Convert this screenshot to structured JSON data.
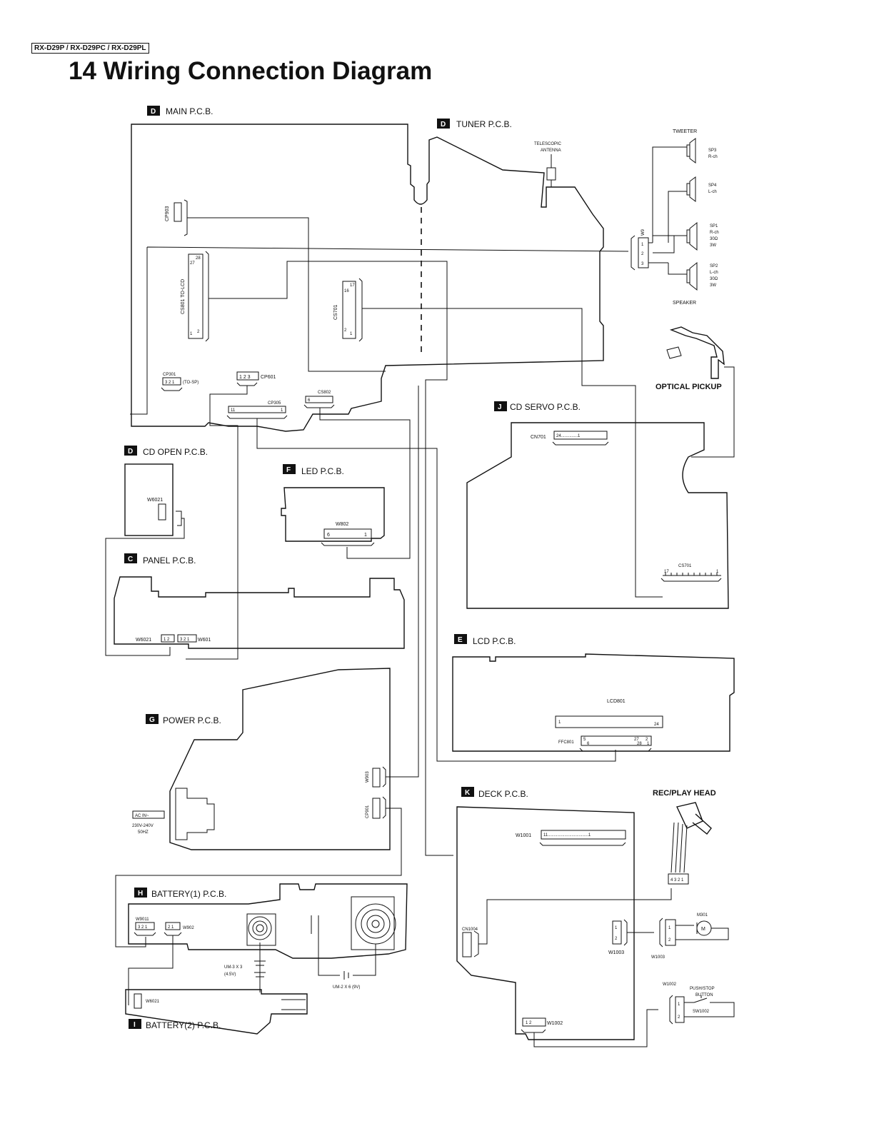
{
  "header": {
    "model": "RX-D29P / RX-D29PC / RX-D29PL",
    "title": "14 Wiring Connection Diagram"
  },
  "boards": {
    "main": {
      "letter": "D",
      "name": "MAIN P.C.B."
    },
    "tuner": {
      "letter": "D",
      "name": "TUNER P.C.B."
    },
    "cd_open": {
      "letter": "D",
      "name": "CD OPEN P.C.B."
    },
    "led": {
      "letter": "F",
      "name": "LED P.C.B."
    },
    "panel": {
      "letter": "C",
      "name": "PANEL P.C.B."
    },
    "cd_servo": {
      "letter": "J",
      "name": "CD SERVO P.C.B."
    },
    "lcd": {
      "letter": "E",
      "name": "LCD P.C.B."
    },
    "power": {
      "letter": "G",
      "name": "POWER P.C.B."
    },
    "deck": {
      "letter": "K",
      "name": "DECK P.C.B."
    },
    "battery1": {
      "letter": "H",
      "name": "BATTERY(1) P.C.B."
    },
    "battery2": {
      "letter": "I",
      "name": "BATTERY(2) P.C.B."
    }
  },
  "connectors": {
    "cp903": "CP903",
    "cs801": "CS801 TO-LCD",
    "cs801_pins": [
      "28",
      "27",
      "1",
      "2"
    ],
    "cs701_main": "CS701",
    "cs701_main_pins": [
      "17",
      "16",
      "2",
      "1"
    ],
    "cp301": "CP301",
    "cp301_pins": "3 2 1",
    "cp301_note": "(TO-SP)",
    "cp601": "CP601",
    "cp601_pins": "1 2 3",
    "cp305": "CP305",
    "cp305_pins": [
      "11",
      "1"
    ],
    "cs802": "CS802",
    "cs802_pins": "6",
    "w9": "W9",
    "w9_pins": [
      "1",
      "2",
      "3"
    ],
    "w6021_cdopen": "W6021",
    "w802": "W802",
    "w802_pins": [
      "6",
      "1"
    ],
    "w6021_panel": "W6021",
    "w6021_panel_pins": "1 2",
    "w601": "W601",
    "w601_pins": "3 2 1",
    "cn701": "CN701",
    "cn701_pins": "24..............1",
    "cs701_servo": "CS701",
    "cs701_servo_pins": [
      "17",
      "1"
    ],
    "lcd801": "LCD801",
    "lcd801_pins": [
      "1",
      "24"
    ],
    "ffc801": "FFC801",
    "ffc801_pins": [
      "5",
      "6",
      "27",
      "2",
      "28",
      "1"
    ],
    "w903": "W903",
    "cp901": "CP901",
    "w1001": "W1001",
    "w1001_pins": "11..................................1",
    "cn1004": "CN1004",
    "w1003_deck": "W1003",
    "w1003_motor": "W1003",
    "w1002_deck": "W1002",
    "w1002_deck_pins": "1  2",
    "w1002_switch": "W1002",
    "pins_12": [
      "1",
      "2"
    ],
    "w9011": "W9011",
    "w9011_pins": "3 2 1",
    "w902": "W902",
    "w902_pins": "2 1",
    "w6021_batt": "W6021",
    "head_pins": "4 3 2 1"
  },
  "components": {
    "tweeter": "TWEETER",
    "sp3": [
      "SP3",
      "R-ch"
    ],
    "sp4": [
      "SP4",
      "L-ch"
    ],
    "sp1": [
      "SP1",
      "R-ch",
      "30Ω",
      "3W"
    ],
    "sp2": [
      "SP2",
      "L-ch",
      "30Ω",
      "3W"
    ],
    "speaker": "SPEAKER",
    "antenna": [
      "TELESCOPIC",
      "ANTENNA"
    ],
    "optical_pickup": "OPTICAL PICKUP",
    "rec_play_head": "REC/PLAY HEAD",
    "motor": "M301",
    "motor_symbol": "M",
    "push_stop": [
      "PUSH/STOP",
      "BUTTON"
    ],
    "sw1002": "SW1002",
    "ac_in": "AC IN~",
    "ac_spec": [
      "230V-240V",
      "50HZ"
    ],
    "um3": [
      "UM-3 X 3",
      "(4.5V)"
    ],
    "um2": "UM-2 X 6 (9V)"
  }
}
